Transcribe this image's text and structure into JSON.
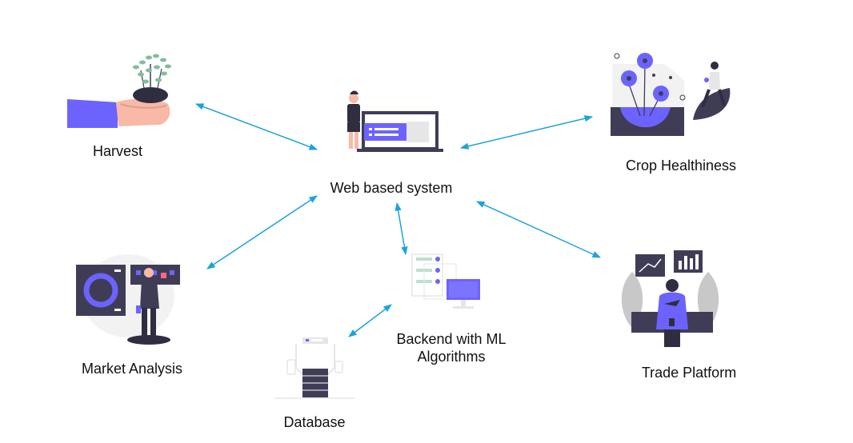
{
  "colors": {
    "accent": "#6c63ff",
    "dark": "#3f3d56",
    "skin": "#f8b9a6",
    "connector": "#1ba3dc",
    "leaf": "#7fbf9e",
    "light_gray": "#e6e6e6"
  },
  "nodes": {
    "harvest": {
      "label": "Harvest",
      "icon": "harvest-hand-plant-icon"
    },
    "web": {
      "label": "Web based system",
      "icon": "web-system-laptop-person-icon"
    },
    "crop": {
      "label": "Crop Healthiness",
      "icon": "crop-flowers-icon"
    },
    "market": {
      "label": "Market Analysis",
      "icon": "market-analysis-dashboard-icon"
    },
    "database": {
      "label": "Database",
      "icon": "database-server-icon"
    },
    "backend": {
      "label_line1": "Backend with ML",
      "label_line2": "Algorithms",
      "icon": "backend-server-monitor-icon"
    },
    "trade": {
      "label": "Trade Platform",
      "icon": "trade-platform-person-charts-icon"
    }
  },
  "connections": [
    {
      "from": "harvest",
      "to": "web"
    },
    {
      "from": "crop",
      "to": "web"
    },
    {
      "from": "market",
      "to": "web"
    },
    {
      "from": "backend",
      "to": "web"
    },
    {
      "from": "trade",
      "to": "web"
    },
    {
      "from": "database",
      "to": "backend"
    }
  ]
}
